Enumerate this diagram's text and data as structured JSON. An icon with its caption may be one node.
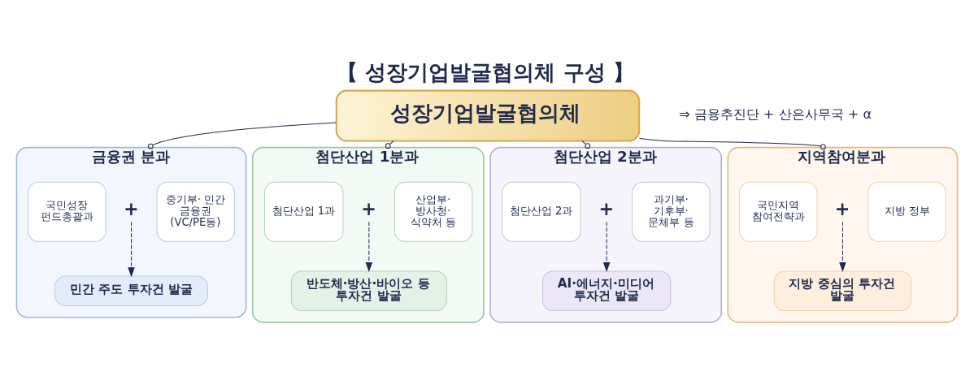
{
  "diagram": {
    "title": "【 성장기업발굴협의체 구성 】",
    "nodes": [
      {
        "text": [
          "성장기업발굴협의체"
        ],
        "beside": [
          "⇒ 금융추진단 + 산은사무국 + α"
        ]
      },
      {
        "text": [
          "금융권 분과"
        ]
      },
      {
        "text": [
          "국민성장 펀드총괄과"
        ],
        "in": 1
      },
      {
        "text": [
          "+"
        ],
        "in": 1
      },
      {
        "text": [
          "중기부· 민간 금융권 (VC/PE등)"
        ],
        "in": 1
      },
      {
        "text": [
          "민간 주도 투자건 발굴"
        ],
        "in": 1
      },
      {
        "text": [
          "첨단산업 1분과"
        ]
      },
      {
        "text": [
          "첨단산업 1과"
        ],
        "in": 6
      },
      {
        "text": [
          "+"
        ],
        "in": 6
      },
      {
        "text": [
          "산업부· 방사청· 식약처 등"
        ],
        "in": 6
      },
      {
        "text": [
          "반도체·방산·바이오 등 투자건 발굴"
        ],
        "in": 6
      },
      {
        "text": [
          "첨단산업 2분과"
        ]
      },
      {
        "text": [
          "첨단산업 2과"
        ],
        "in": 11
      },
      {
        "text": [
          "+"
        ],
        "in": 11
      },
      {
        "text": [
          "과기부· 기후부· 문체부 등"
        ],
        "in": 11
      },
      {
        "text": [
          "AI·에너지·미디어 투자건 발굴"
        ],
        "in": 11
      },
      {
        "text": [
          "지역참여분과"
        ]
      },
      {
        "text": [
          "국민지역 참여전략과"
        ],
        "in": 16
      },
      {
        "text": [
          "+"
        ],
        "in": 16
      },
      {
        "text": [
          "지방 정부"
        ],
        "in": 16
      },
      {
        "text": [
          "지방 중심의 투자건 발굴"
        ],
        "in": 16
      }
    ],
    "edges": [
      {
        "from": 0,
        "to": 1,
        "arrow": "other"
      },
      {
        "from": 0,
        "to": 6,
        "arrow": "other"
      },
      {
        "from": 0,
        "to": 11,
        "arrow": "other"
      },
      {
        "from": 0,
        "to": 16,
        "arrow": "other"
      },
      {
        "from": 3,
        "to": 5,
        "arrow": "to",
        "style": "dashed"
      },
      {
        "from": 8,
        "to": 10,
        "arrow": "to",
        "style": "dashed"
      },
      {
        "from": 13,
        "to": 15,
        "arrow": "to",
        "style": "dashed"
      },
      {
        "from": 18,
        "to": 20,
        "arrow": "to",
        "style": "dashed"
      }
    ]
  }
}
